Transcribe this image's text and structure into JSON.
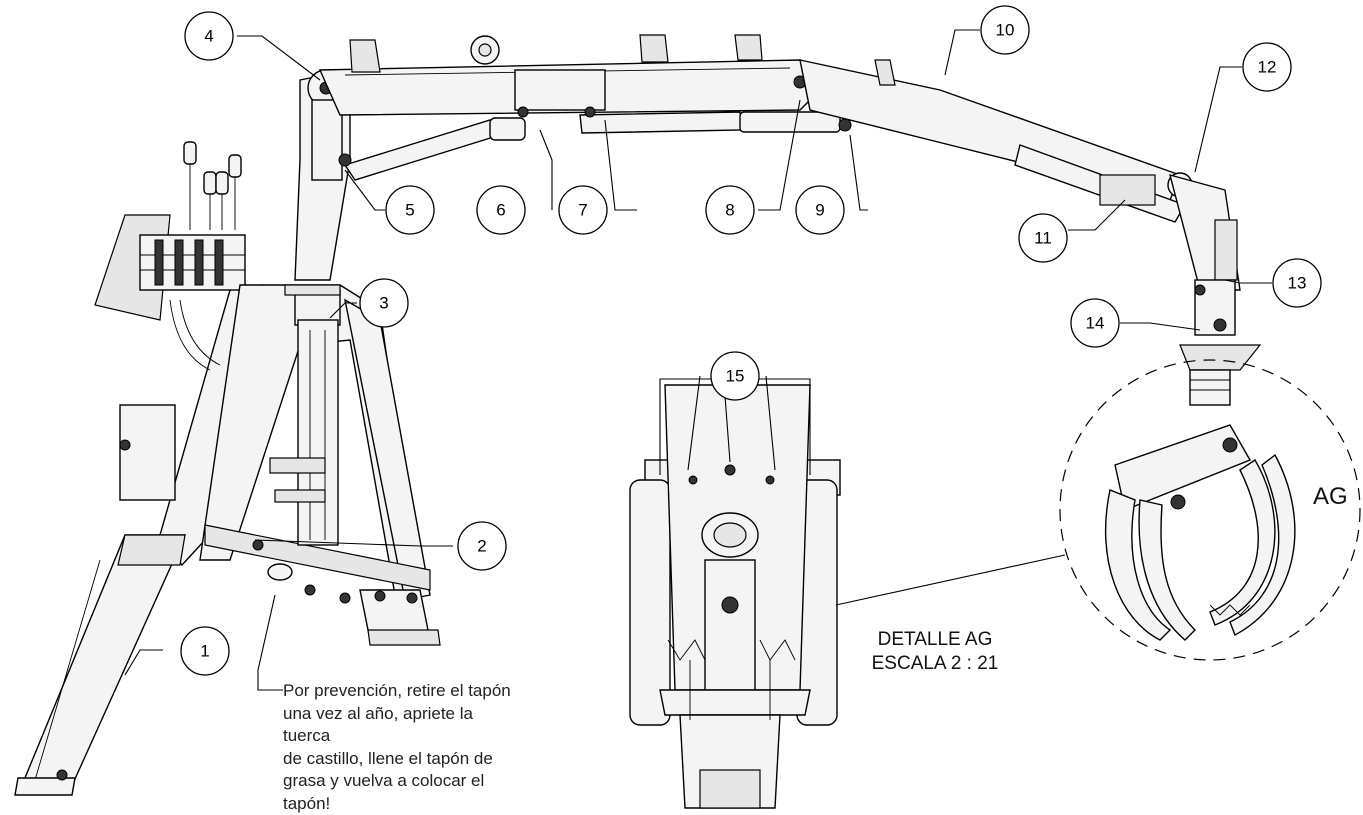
{
  "callouts": {
    "c1": "1",
    "c2": "2",
    "c3": "3",
    "c4": "4",
    "c5": "5",
    "c6": "6",
    "c7": "7",
    "c8": "8",
    "c9": "9",
    "c10": "10",
    "c11": "11",
    "c12": "12",
    "c13": "13",
    "c14": "14",
    "c15": "15"
  },
  "note": {
    "line1": "Por prevención, retire el tapón",
    "line2": "una vez al año, apriete la tuerca",
    "line3": "de castillo, llene el tapón de",
    "line4": "grasa y vuelva a colocar el",
    "line5": "tapón!"
  },
  "detail": {
    "title": "DETALLE AG",
    "scale": "ESCALA 2 : 21",
    "marker": "AG"
  }
}
